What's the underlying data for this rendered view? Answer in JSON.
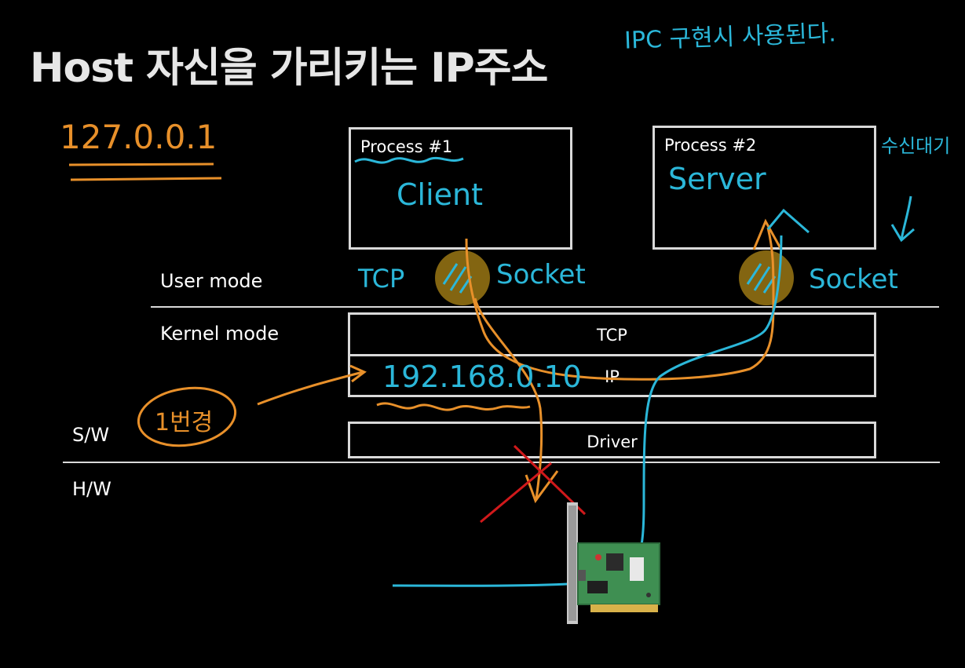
{
  "title": "Host 자신을 가리키는 IP주소",
  "boxes": {
    "process1": "Process #1",
    "process2": "Process #2"
  },
  "layers": {
    "tcp": "TCP",
    "ip": "IP",
    "driver": "Driver"
  },
  "side_labels": {
    "user_mode": "User mode",
    "kernel_mode": "Kernel mode",
    "sw": "S/W",
    "hw": "H/W"
  },
  "annotations": {
    "ipc": "IPC 구현시 사용된다.",
    "loopback": "127.0.0.1",
    "client": "Client",
    "server": "Server",
    "tcp_hand": "TCP",
    "socket_left": "Socket",
    "socket_right": "Socket",
    "wait": "수신대기",
    "local_ip": "192.168.0.10",
    "change": "1번경"
  },
  "colors": {
    "cyan": "#2bb7d9",
    "orange": "#e8902a",
    "red": "#d0191b",
    "socket": "#8a6a12"
  },
  "icons": {
    "nic": "network-card-icon"
  }
}
